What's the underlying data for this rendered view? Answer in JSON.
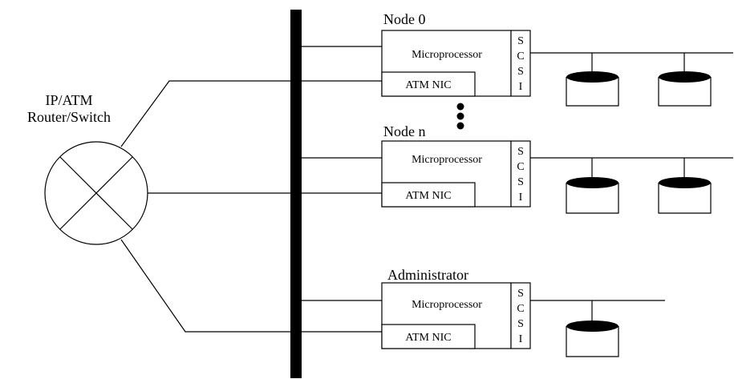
{
  "router": {
    "label_line1": "IP/ATM",
    "label_line2": "Router/Switch"
  },
  "nodes": [
    {
      "title": "Node 0",
      "processor": "Microprocessor",
      "nic": "ATM NIC",
      "scsi": [
        "S",
        "C",
        "S",
        "I"
      ]
    },
    {
      "title": "Node n",
      "processor": "Microprocessor",
      "nic": "ATM NIC",
      "scsi": [
        "S",
        "C",
        "S",
        "I"
      ]
    },
    {
      "title": "Administrator",
      "processor": "Microprocessor",
      "nic": "ATM NIC",
      "scsi": [
        "S",
        "C",
        "S",
        "I"
      ]
    }
  ]
}
